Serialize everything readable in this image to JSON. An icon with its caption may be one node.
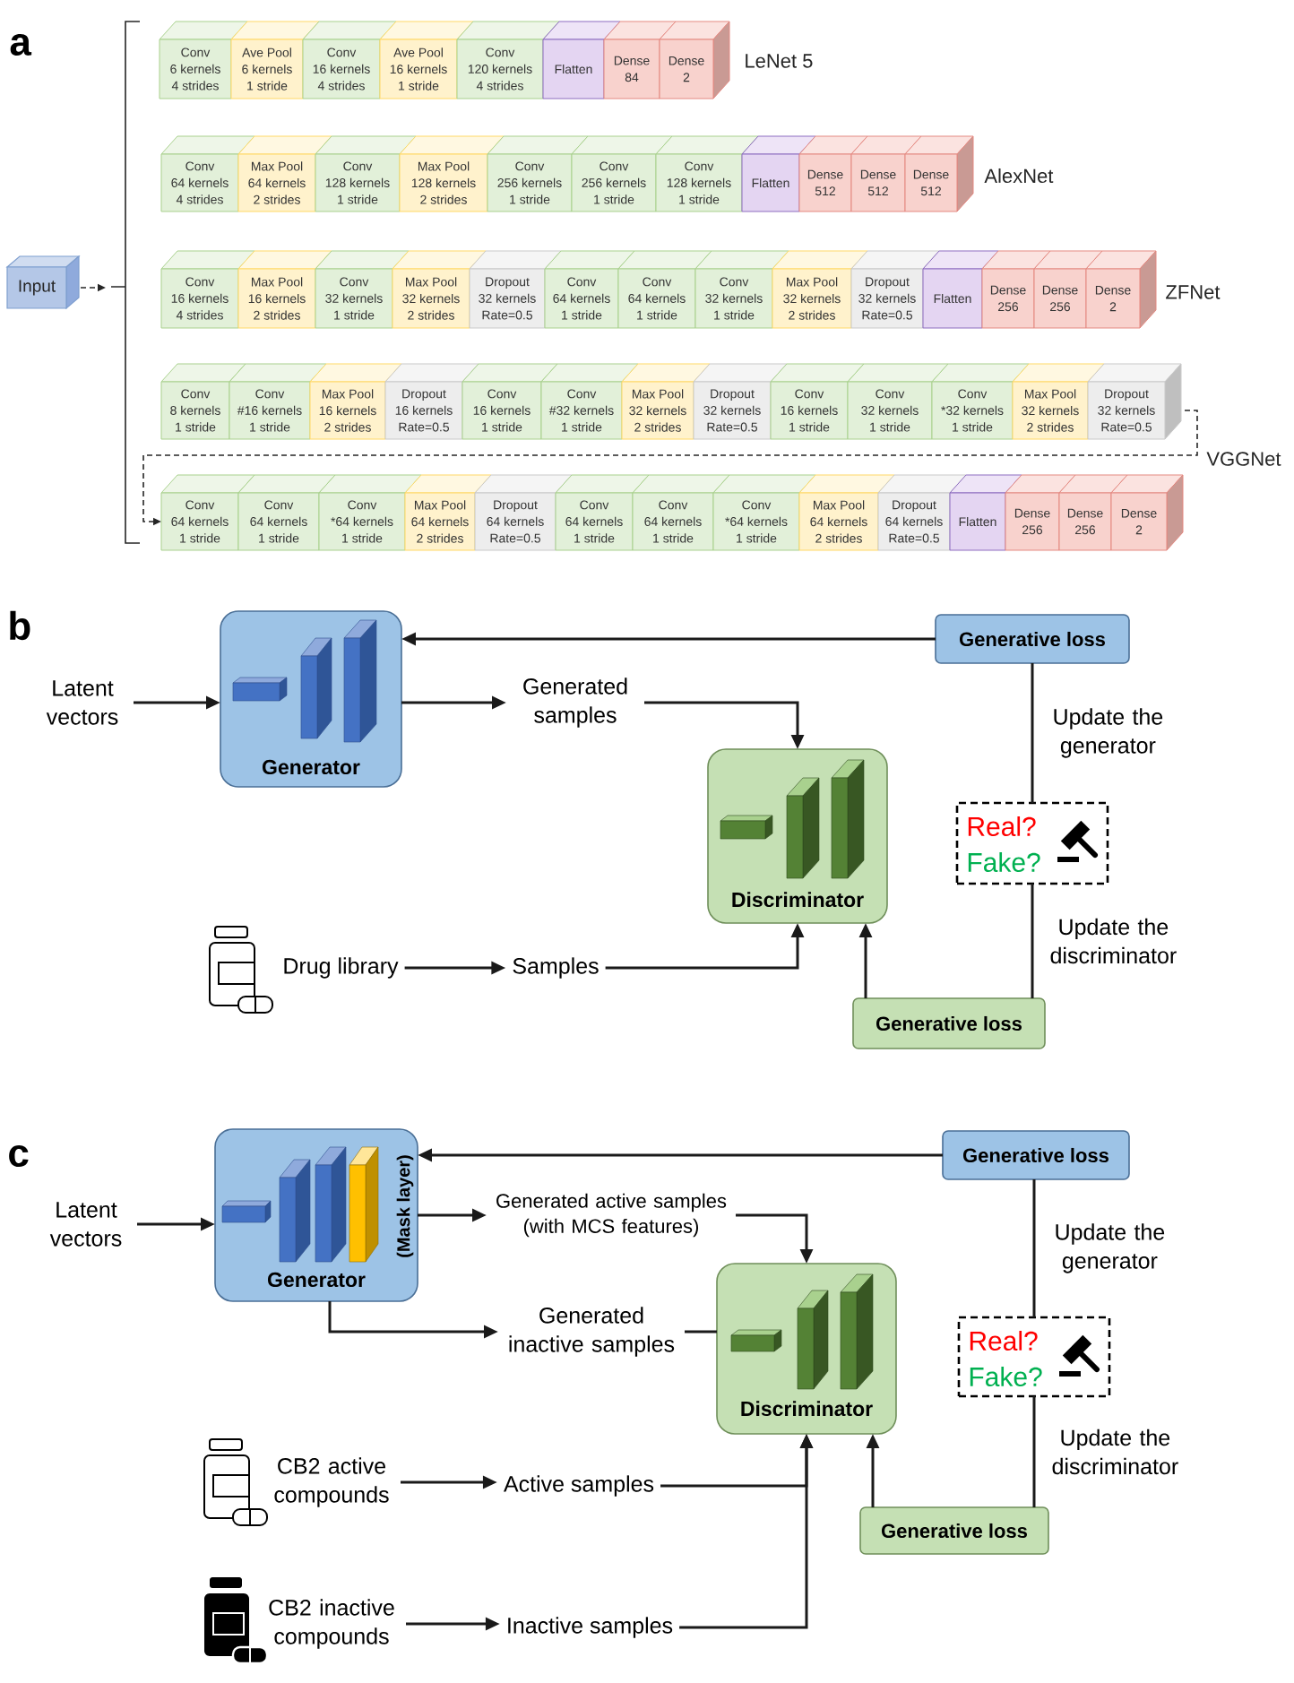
{
  "diagram": {
    "nodes": [
      {
        "text": [
          "Input"
        ]
      },
      {
        "text": [],
        "shape": "bracket"
      },
      {
        "text": [
          "Conv",
          "6 kernels",
          "4 strides"
        ]
      },
      {
        "text": [
          "Ave Pool",
          "6 kernels",
          "1 stride"
        ]
      },
      {
        "text": [
          "Conv",
          "16 kernels",
          "4 strides"
        ]
      },
      {
        "text": [
          "Ave Pool",
          "16 kernels",
          "1 stride"
        ]
      },
      {
        "text": [
          "Conv",
          "120 kernels",
          "4 strides"
        ]
      },
      {
        "text": [
          "Flatten"
        ]
      },
      {
        "text": [
          "Dense",
          "84"
        ]
      },
      {
        "text": [
          "Dense",
          "2"
        ]
      },
      {
        "text": [
          "Conv",
          "64 kernels",
          "4 strides"
        ]
      },
      {
        "text": [
          "Max Pool",
          "64 kernels",
          "2 strides"
        ]
      },
      {
        "text": [
          "Conv",
          "128 kernels",
          "1 stride"
        ]
      },
      {
        "text": [
          "Max Pool",
          "128 kernels",
          "2 strides"
        ]
      },
      {
        "text": [
          "Conv",
          "256 kernels",
          "1 stride"
        ]
      },
      {
        "text": [
          "Conv",
          "256 kernels",
          "1 stride"
        ]
      },
      {
        "text": [
          "Conv",
          "128 kernels",
          "1 stride"
        ]
      },
      {
        "text": [
          "Flatten"
        ]
      },
      {
        "text": [
          "Dense",
          "512"
        ]
      },
      {
        "text": [
          "Dense",
          "512"
        ]
      },
      {
        "text": [
          "Dense",
          "512"
        ]
      },
      {
        "text": [
          "Conv",
          "16 kernels",
          "4 strides"
        ]
      },
      {
        "text": [
          "Max Pool",
          "16 kernels",
          "2 strides"
        ]
      },
      {
        "text": [
          "Conv",
          "32 kernels",
          "1 stride"
        ]
      },
      {
        "text": [
          "Max Pool",
          "32 kernels",
          "2 strides"
        ]
      },
      {
        "text": [
          "Dropout",
          "32 kernels",
          "Rate=0.5"
        ]
      },
      {
        "text": [
          "Conv",
          "64 kernels",
          "1 stride"
        ]
      },
      {
        "text": [
          "Conv",
          "64 kernels",
          "1 stride"
        ]
      },
      {
        "text": [
          "Conv",
          "32 kernels",
          "1 stride"
        ]
      },
      {
        "text": [
          "Max Pool",
          "32 kernels",
          "2 strides"
        ]
      },
      {
        "text": [
          "Dropout",
          "32 kernels",
          "Rate=0.5"
        ]
      },
      {
        "text": [
          "Flatten"
        ]
      },
      {
        "text": [
          "Dense",
          "256"
        ]
      },
      {
        "text": [
          "Dense",
          "256"
        ]
      },
      {
        "text": [
          "Dense",
          "2"
        ]
      },
      {
        "text": [
          "Conv",
          "8 kernels",
          "1 stride"
        ]
      },
      {
        "text": [
          "Conv",
          "#16 kernels",
          "1 stride"
        ]
      },
      {
        "text": [
          "Max Pool",
          "16 kernels",
          "2 strides"
        ]
      },
      {
        "text": [
          "Dropout",
          "16 kernels",
          "Rate=0.5"
        ]
      },
      {
        "text": [
          "Conv",
          "16 kernels",
          "1 stride"
        ]
      },
      {
        "text": [
          "Conv",
          "#32 kernels",
          "1 stride"
        ]
      },
      {
        "text": [
          "Max Pool",
          "32 kernels",
          "2 strides"
        ]
      },
      {
        "text": [
          "Dropout",
          "32 kernels",
          "Rate=0.5"
        ]
      },
      {
        "text": [
          "Conv",
          "16 kernels",
          "1 stride"
        ]
      },
      {
        "text": [
          "Conv",
          "32 kernels",
          "1 stride"
        ]
      },
      {
        "text": [
          "Conv",
          "*32 kernels",
          "1 stride"
        ]
      },
      {
        "text": [
          "Max Pool",
          "32 kernels",
          "2 strides"
        ]
      },
      {
        "text": [
          "Dropout",
          "32 kernels",
          "Rate=0.5"
        ]
      },
      {
        "text": [
          "Conv",
          "64 kernels",
          "1 stride"
        ]
      },
      {
        "text": [
          "Conv",
          "64 kernels",
          "1 stride"
        ]
      },
      {
        "text": [
          "Conv",
          "*64 kernels",
          "1 stride"
        ]
      },
      {
        "text": [
          "Max Pool",
          "64 kernels",
          "2 strides"
        ]
      },
      {
        "text": [
          "Dropout",
          "64 kernels",
          "Rate=0.5"
        ]
      },
      {
        "text": [
          "Conv",
          "64 kernels",
          "1 stride"
        ]
      },
      {
        "text": [
          "Conv",
          "64 kernels",
          "1 stride"
        ]
      },
      {
        "text": [
          "Conv",
          "*64 kernels",
          "1 stride"
        ]
      },
      {
        "text": [
          "Max Pool",
          "64 kernels",
          "2 strides"
        ]
      },
      {
        "text": [
          "Dropout",
          "64 kernels",
          "Rate=0.5"
        ]
      },
      {
        "text": [
          "Flatten"
        ]
      },
      {
        "text": [
          "Dense",
          "256"
        ]
      },
      {
        "text": [
          "Dense",
          "256"
        ]
      },
      {
        "text": [
          "Dense",
          "2"
        ]
      },
      {
        "text": [
          "Generator"
        ]
      },
      {
        "text": [
          "Generative loss"
        ]
      },
      {
        "text": [
          "Latent vectors"
        ]
      },
      {
        "text": [
          "Generated samples"
        ]
      },
      {
        "text": [
          "Discriminator"
        ]
      },
      {
        "text": [
          "Real?",
          "Fake?"
        ]
      },
      {
        "text": [
          "Drug library"
        ]
      },
      {
        "text": [
          "Samples"
        ]
      },
      {
        "text": [
          "Generative loss"
        ]
      },
      {
        "text": [
          "Generator",
          "(Mask layer)"
        ]
      },
      {
        "text": [
          "Generative loss"
        ]
      },
      {
        "text": [
          "Latent vectors"
        ]
      },
      {
        "text": [
          "Generated active samples (with MCS features)"
        ]
      },
      {
        "text": [
          "Generated inactive samples"
        ]
      },
      {
        "text": [
          "Discriminator"
        ]
      },
      {
        "text": [
          "Real?",
          "Fake?"
        ]
      },
      {
        "text": [
          "CB2 active compounds"
        ]
      },
      {
        "text": [
          "Active samples"
        ]
      },
      {
        "text": [
          "Generative loss"
        ]
      },
      {
        "text": [
          "CB2 inactive compounds"
        ]
      },
      {
        "text": [
          "Inactive samples"
        ]
      }
    ],
    "edges": [
      {
        "from": 0,
        "to": 1,
        "arrow": "to",
        "style": "dashed"
      },
      {
        "from": 47,
        "to": 48,
        "arrow": "to",
        "style": "dashed"
      },
      {
        "from": 64,
        "to": 62,
        "arrow": "to"
      },
      {
        "from": 62,
        "to": 65,
        "arrow": "to"
      },
      {
        "from": 65,
        "to": 66,
        "arrow": "to"
      },
      {
        "from": 68,
        "to": 69,
        "arrow": "to"
      },
      {
        "from": 69,
        "to": 66,
        "arrow": "to"
      },
      {
        "from": 70,
        "to": 66,
        "arrow": "to"
      },
      {
        "from": 63,
        "to": 62,
        "arrow": "to"
      },
      {
        "from": 67,
        "to": 63,
        "arrow": "none",
        "label": "Update the generator"
      },
      {
        "from": 67,
        "to": 70,
        "arrow": "none",
        "label": "Update the discriminator"
      },
      {
        "from": 73,
        "to": 71,
        "arrow": "to"
      },
      {
        "from": 71,
        "to": 74,
        "arrow": "to"
      },
      {
        "from": 71,
        "to": 75,
        "arrow": "to"
      },
      {
        "from": 74,
        "to": 76,
        "arrow": "to"
      },
      {
        "from": 75,
        "to": 76,
        "arrow": "none"
      },
      {
        "from": 78,
        "to": 79,
        "arrow": "to"
      },
      {
        "from": 79,
        "to": 76,
        "arrow": "to"
      },
      {
        "from": 81,
        "to": 82,
        "arrow": "to"
      },
      {
        "from": 82,
        "to": 76,
        "arrow": "to"
      },
      {
        "from": 80,
        "to": 76,
        "arrow": "to"
      },
      {
        "from": 72,
        "to": 71,
        "arrow": "to"
      },
      {
        "from": 77,
        "to": 72,
        "arrow": "none",
        "label": "Update the generator"
      },
      {
        "from": 77,
        "to": 80,
        "arrow": "none",
        "label": "Update the discriminator"
      }
    ],
    "labels": [
      "a",
      "LeNet 5",
      "AlexNet",
      "ZFNet",
      "VGGNet",
      "b",
      "c"
    ]
  }
}
